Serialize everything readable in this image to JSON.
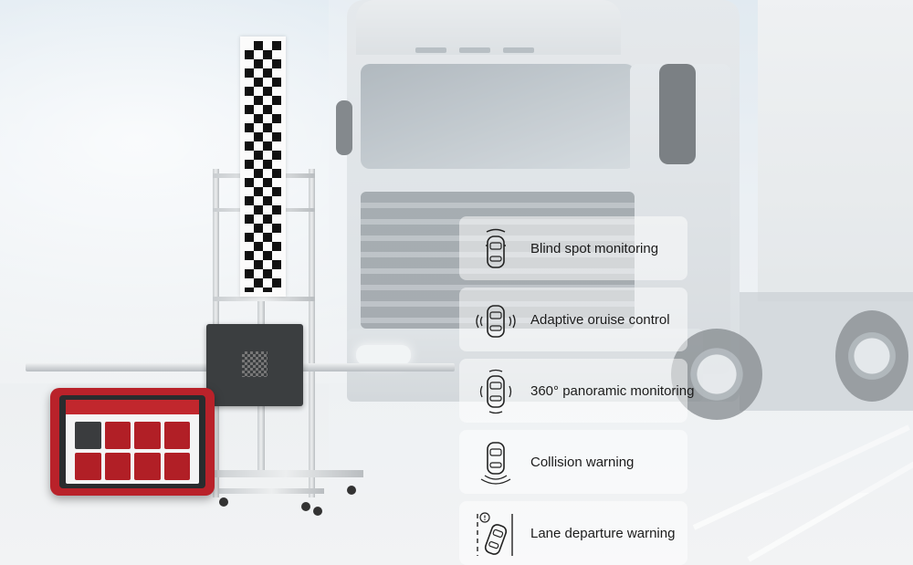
{
  "features": [
    {
      "icon": "blind-spot-car-icon",
      "label": "Blind spot monitoring"
    },
    {
      "icon": "cruise-control-car-icon",
      "label": "Adaptive oruise control"
    },
    {
      "icon": "panoramic-car-icon",
      "label": "360° panoramic monitoring"
    },
    {
      "icon": "collision-warning-car-icon",
      "label": "Collision warning"
    },
    {
      "icon": "lane-departure-car-icon",
      "label": "Lane departure warning"
    }
  ],
  "colors": {
    "tablet_frame": "#b9222a",
    "board": "#3b3e40",
    "text": "#1c1c1c"
  }
}
